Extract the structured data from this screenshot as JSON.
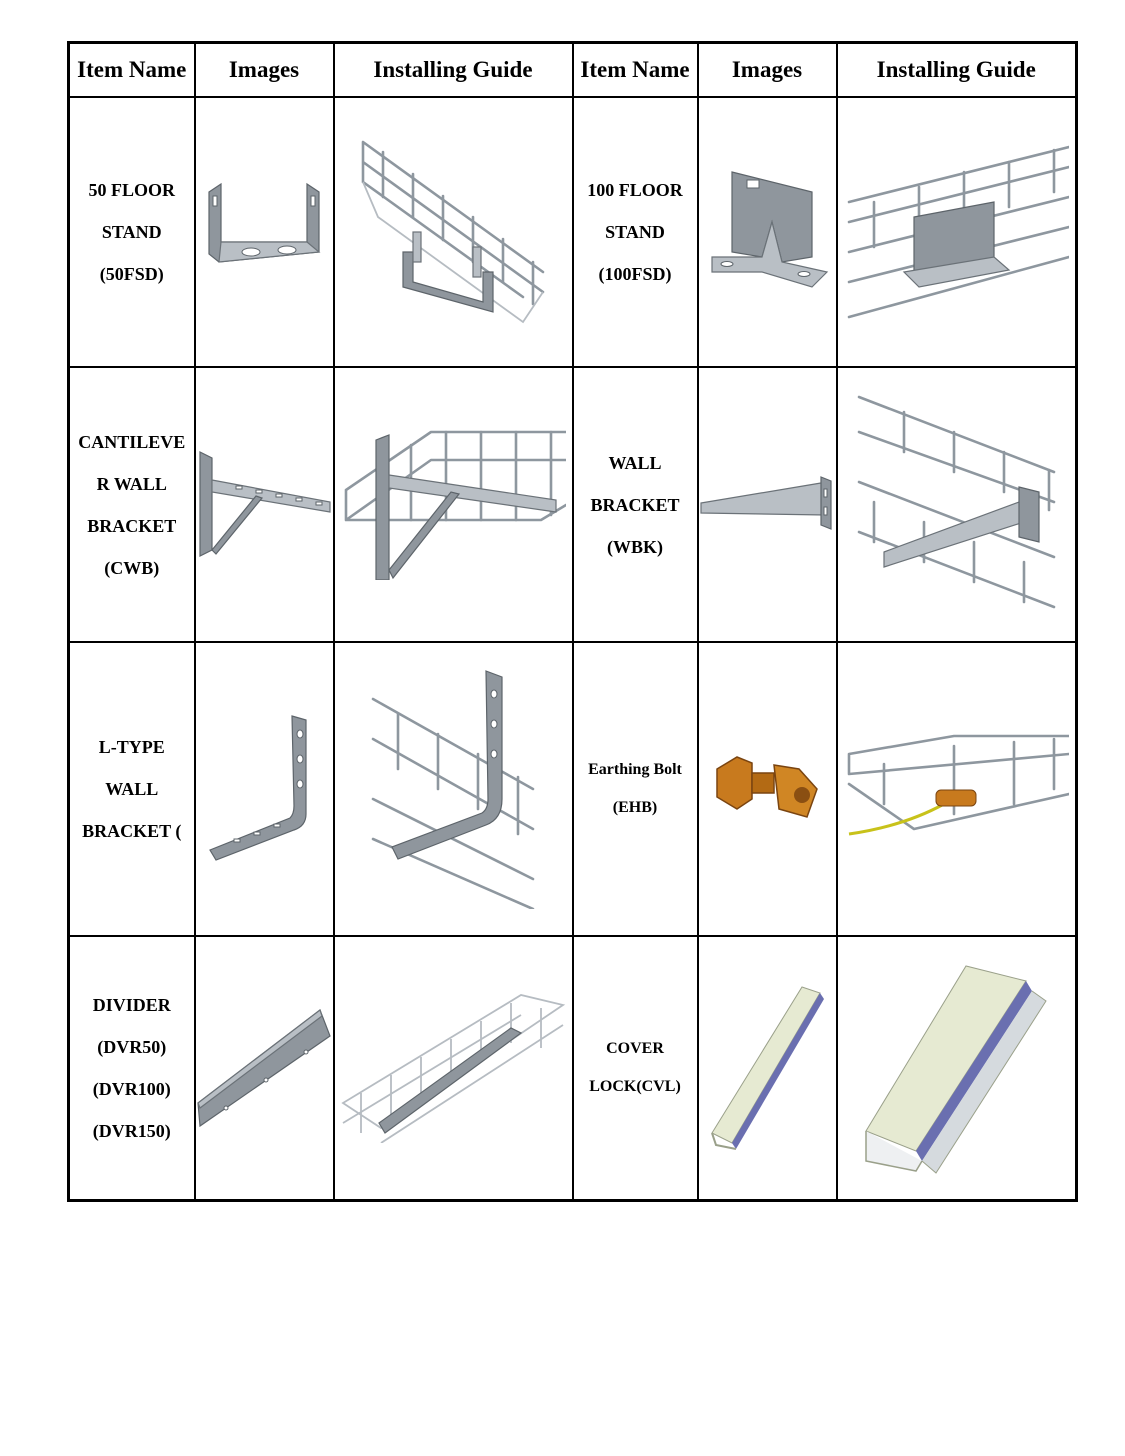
{
  "table": {
    "headers": [
      "Item Name",
      "Images",
      "Installing Guide",
      "Item Name",
      "Images",
      "Installing Guide"
    ],
    "rows": [
      {
        "left": {
          "name_lines": [
            "50 FLOOR",
            "STAND",
            "(50FSD)"
          ],
          "image_icon": "floor-stand-50-icon",
          "guide_icon": "floor-stand-50-install-icon"
        },
        "right": {
          "name_lines": [
            "100 FLOOR",
            "STAND",
            "(100FSD)"
          ],
          "image_icon": "floor-stand-100-icon",
          "guide_icon": "floor-stand-100-install-icon"
        }
      },
      {
        "left": {
          "name_lines": [
            "CANTILEVE",
            "R WALL",
            "BRACKET",
            "(CWB)"
          ],
          "image_icon": "cantilever-bracket-icon",
          "guide_icon": "cantilever-bracket-install-icon"
        },
        "right": {
          "name_lines": [
            "WALL",
            "BRACKET",
            "(WBK)"
          ],
          "image_icon": "wall-bracket-icon",
          "guide_icon": "wall-bracket-install-icon"
        }
      },
      {
        "left": {
          "name_lines": [
            "L-TYPE",
            "WALL",
            "BRACKET ("
          ],
          "image_icon": "l-type-bracket-icon",
          "guide_icon": "l-type-bracket-install-icon"
        },
        "right": {
          "name_lines": [
            "Earthing Bolt",
            "(EHB)"
          ],
          "image_icon": "earthing-bolt-icon",
          "guide_icon": "earthing-bolt-install-icon"
        }
      },
      {
        "left": {
          "name_lines": [
            "DIVIDER",
            "(DVR50)",
            "(DVR100)",
            "(DVR150)"
          ],
          "image_icon": "divider-icon",
          "guide_icon": "divider-install-icon"
        },
        "right": {
          "name_lines": [
            "COVER",
            "LOCK(CVL)"
          ],
          "image_icon": "cover-lock-icon",
          "guide_icon": "cover-lock-install-icon"
        }
      }
    ]
  },
  "colors": {
    "steel": "#8f969d",
    "wire": "#8e979f",
    "bolt": "#c87a1e",
    "cable": "#c8c21a",
    "cover": "#e6ead2",
    "cover_stripe": "#6a6fb0"
  }
}
